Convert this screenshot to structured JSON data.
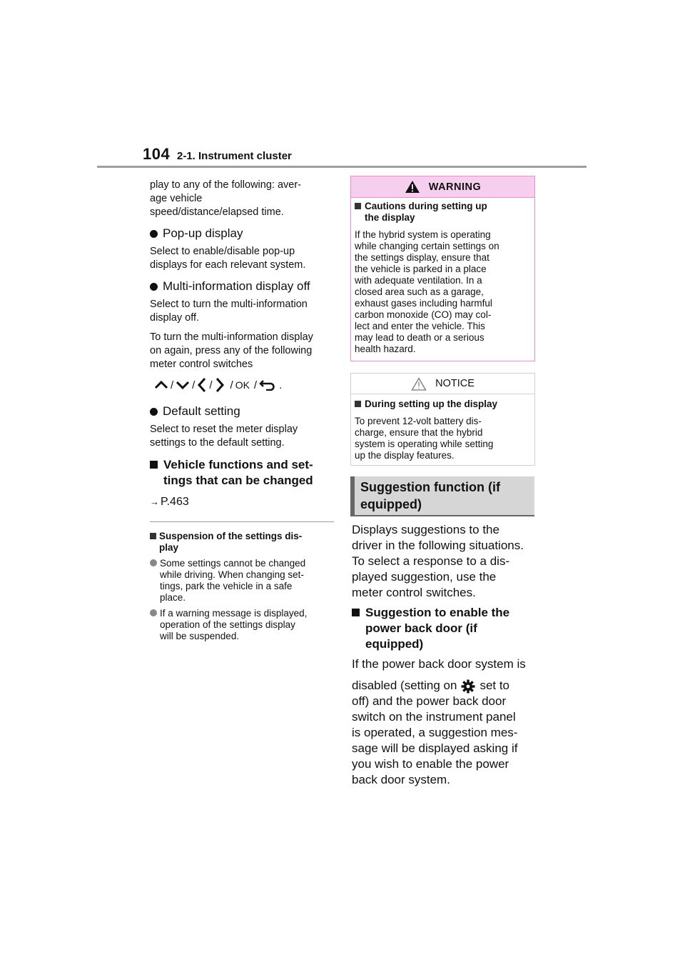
{
  "header": {
    "page_number": "104",
    "section": "2-1. Instrument cluster"
  },
  "left": {
    "intro_lines": [
      "play to any of the following: aver-",
      "age vehicle",
      "speed/distance/elapsed time."
    ],
    "popup_head": "Pop-up display",
    "popup_lines": [
      "Select to enable/disable pop-up",
      "displays for each relevant system."
    ],
    "mid_off_head": "Multi-information display off",
    "mid_off_lines": [
      "Select to turn the multi-information",
      "display off."
    ],
    "mid_on_lines": [
      "To turn the multi-information display",
      "on again, press any of the following",
      "meter control switches"
    ],
    "switch_sep": "/",
    "switch_ok": "OK",
    "switch_end": ".",
    "default_head": "Default setting",
    "default_lines": [
      "Select to reset the meter display",
      "settings to the default setting."
    ],
    "vehicle_head_lines": [
      "Vehicle functions and set-",
      "tings that can be changed"
    ],
    "ref_arrow": "→",
    "ref_page": "P.463",
    "note_head_lines": [
      "Suspension of the settings dis-",
      "play"
    ],
    "note_bullets": [
      [
        "Some settings cannot be changed",
        "while driving. When changing set-",
        "tings, park the vehicle in a safe",
        "place."
      ],
      [
        "If a warning message is displayed,",
        "operation of the settings display",
        "will be suspended."
      ]
    ]
  },
  "warning": {
    "title": "WARNING",
    "head_lines": [
      "Cautions during setting up",
      "the display"
    ],
    "body_lines": [
      "If the hybrid system is operating",
      "while changing certain settings on",
      "the settings display, ensure that",
      "the vehicle is parked in a place",
      "with adequate ventilation. In a",
      "closed area such as a garage,",
      "exhaust gases including harmful",
      "carbon monoxide (CO) may col-",
      "lect and enter the vehicle. This",
      "may lead to death or a serious",
      "health hazard."
    ]
  },
  "notice": {
    "title": "NOTICE",
    "head": "During setting up the display",
    "body_lines": [
      "To prevent 12-volt battery dis-",
      "charge, ensure that the hybrid",
      "system is operating while setting",
      "up the display features."
    ]
  },
  "suggestion": {
    "head_lines": [
      "Suggestion function (if",
      "equipped)"
    ],
    "body_lines": [
      "Displays suggestions to the",
      "driver in the following situations.",
      "To select a response to a dis-",
      "played suggestion, use the",
      "meter control switches."
    ],
    "sub_head_lines": [
      "Suggestion to enable the",
      "power back door (if",
      "equipped)"
    ],
    "p2_line1": "If the power back door system is",
    "p2_line2_a": "disabled (setting on",
    "p2_line2_b": "set to",
    "p2_rest_lines": [
      "off) and the power back door",
      "switch on the instrument panel",
      "is operated, a suggestion mes-",
      "sage will be displayed asking if",
      "you wish to enable the power",
      "back door system."
    ]
  },
  "colors": {
    "warning_border": "#e58fd0",
    "warning_bar": "#f7cfee",
    "heading_bar": "#d6d6d6",
    "rule": "#9e9e9e"
  },
  "icons": [
    "up-chevron-icon",
    "down-chevron-icon",
    "left-chevron-icon",
    "right-chevron-icon",
    "back-arrow-icon",
    "warning-triangle-icon",
    "notice-triangle-icon",
    "gear-icon"
  ]
}
